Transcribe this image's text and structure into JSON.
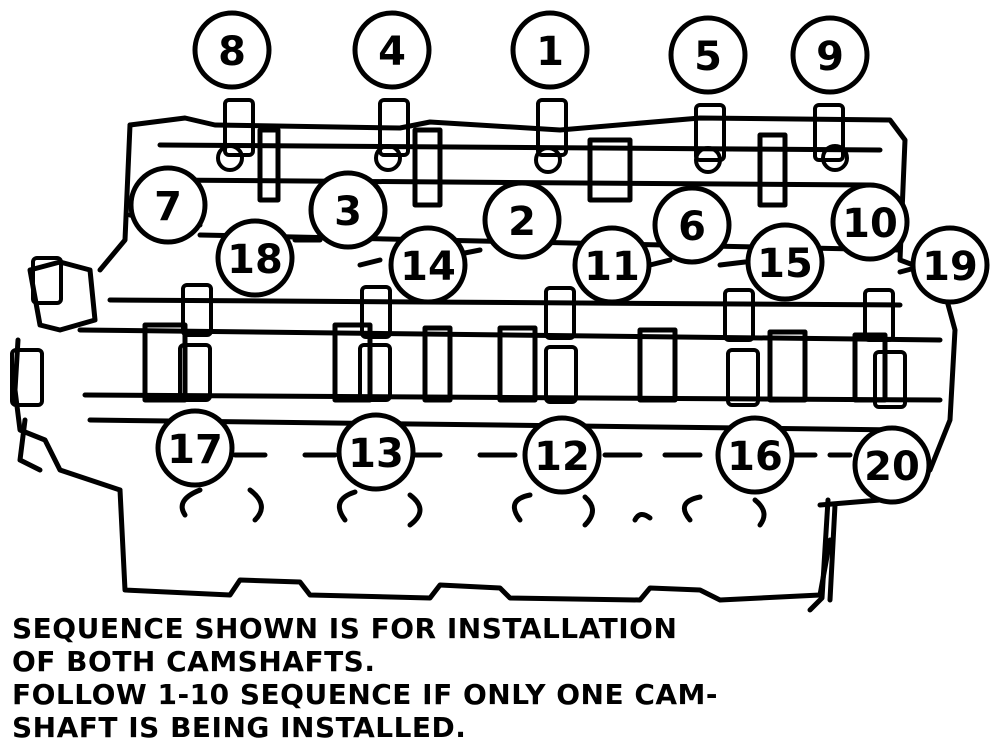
{
  "callouts": [
    "8",
    "4",
    "1",
    "5",
    "9",
    "7",
    "3",
    "2",
    "6",
    "10",
    "18",
    "14",
    "11",
    "15",
    "19",
    "17",
    "13",
    "12",
    "16",
    "20"
  ],
  "caption": [
    "SEQUENCE SHOWN IS FOR INSTALLATION",
    "OF BOTH CAMSHAFTS.",
    "FOLLOW 1-10 SEQUENCE IF ONLY ONE CAM-",
    "SHAFT IS BEING INSTALLED."
  ]
}
